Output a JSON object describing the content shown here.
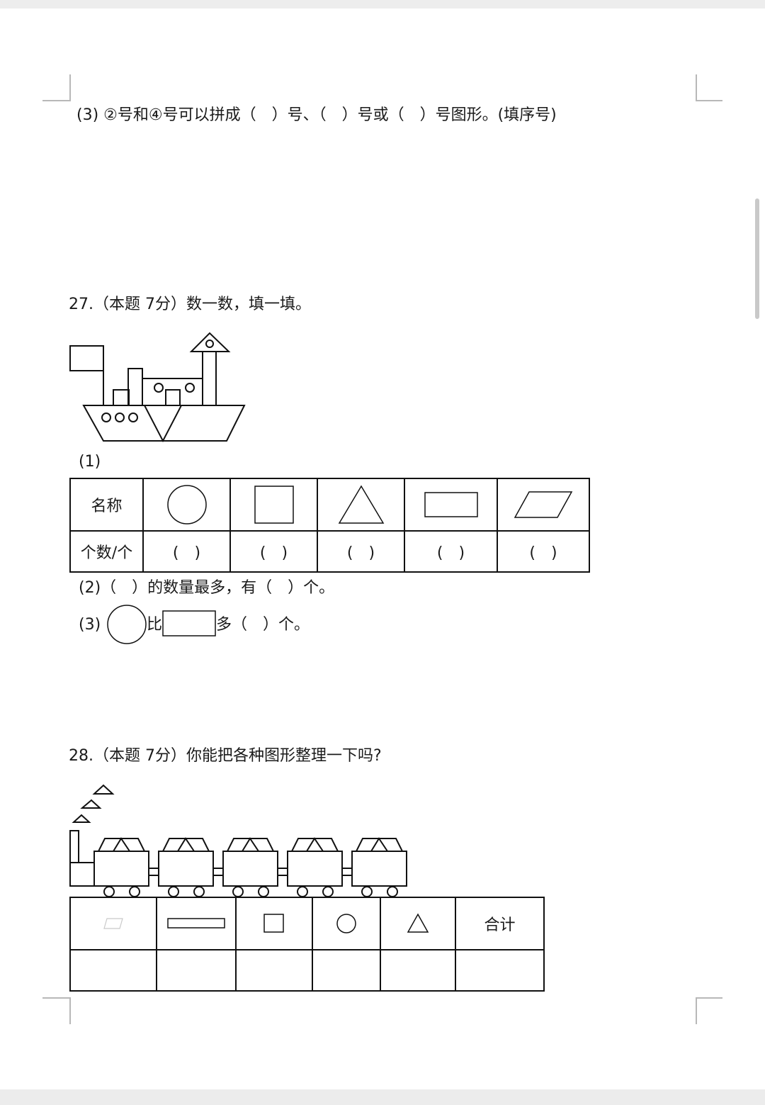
{
  "q26": {
    "part3": "(3) ②号和④号可以拼成（　）号、（　）号或（　）号图形。(填序号)"
  },
  "q27": {
    "heading": "27.（本题 7分）数一数，填一填。",
    "part1_label": "(1)",
    "table": {
      "row1_label": "名称",
      "row2_label": "个数/个",
      "shapes": [
        "circle-icon",
        "square-icon",
        "triangle-icon",
        "rectangle-icon",
        "parallelogram-icon"
      ],
      "blanks": [
        "(　)",
        "(　)",
        "(　)",
        "(　)",
        "(　)"
      ]
    },
    "part2": "(2)（　）的数量最多，有（　）个。",
    "part3_label": "(3)",
    "part3_mid": "比",
    "part3_end": "多（　）个。"
  },
  "q28": {
    "heading": "28.（本题 7分）你能把各种图形整理一下吗?",
    "table": {
      "headers": [
        "parallelogram-icon",
        "rectangle-icon",
        "square-icon",
        "circle-icon",
        "triangle-icon"
      ],
      "total_label": "合计"
    }
  }
}
